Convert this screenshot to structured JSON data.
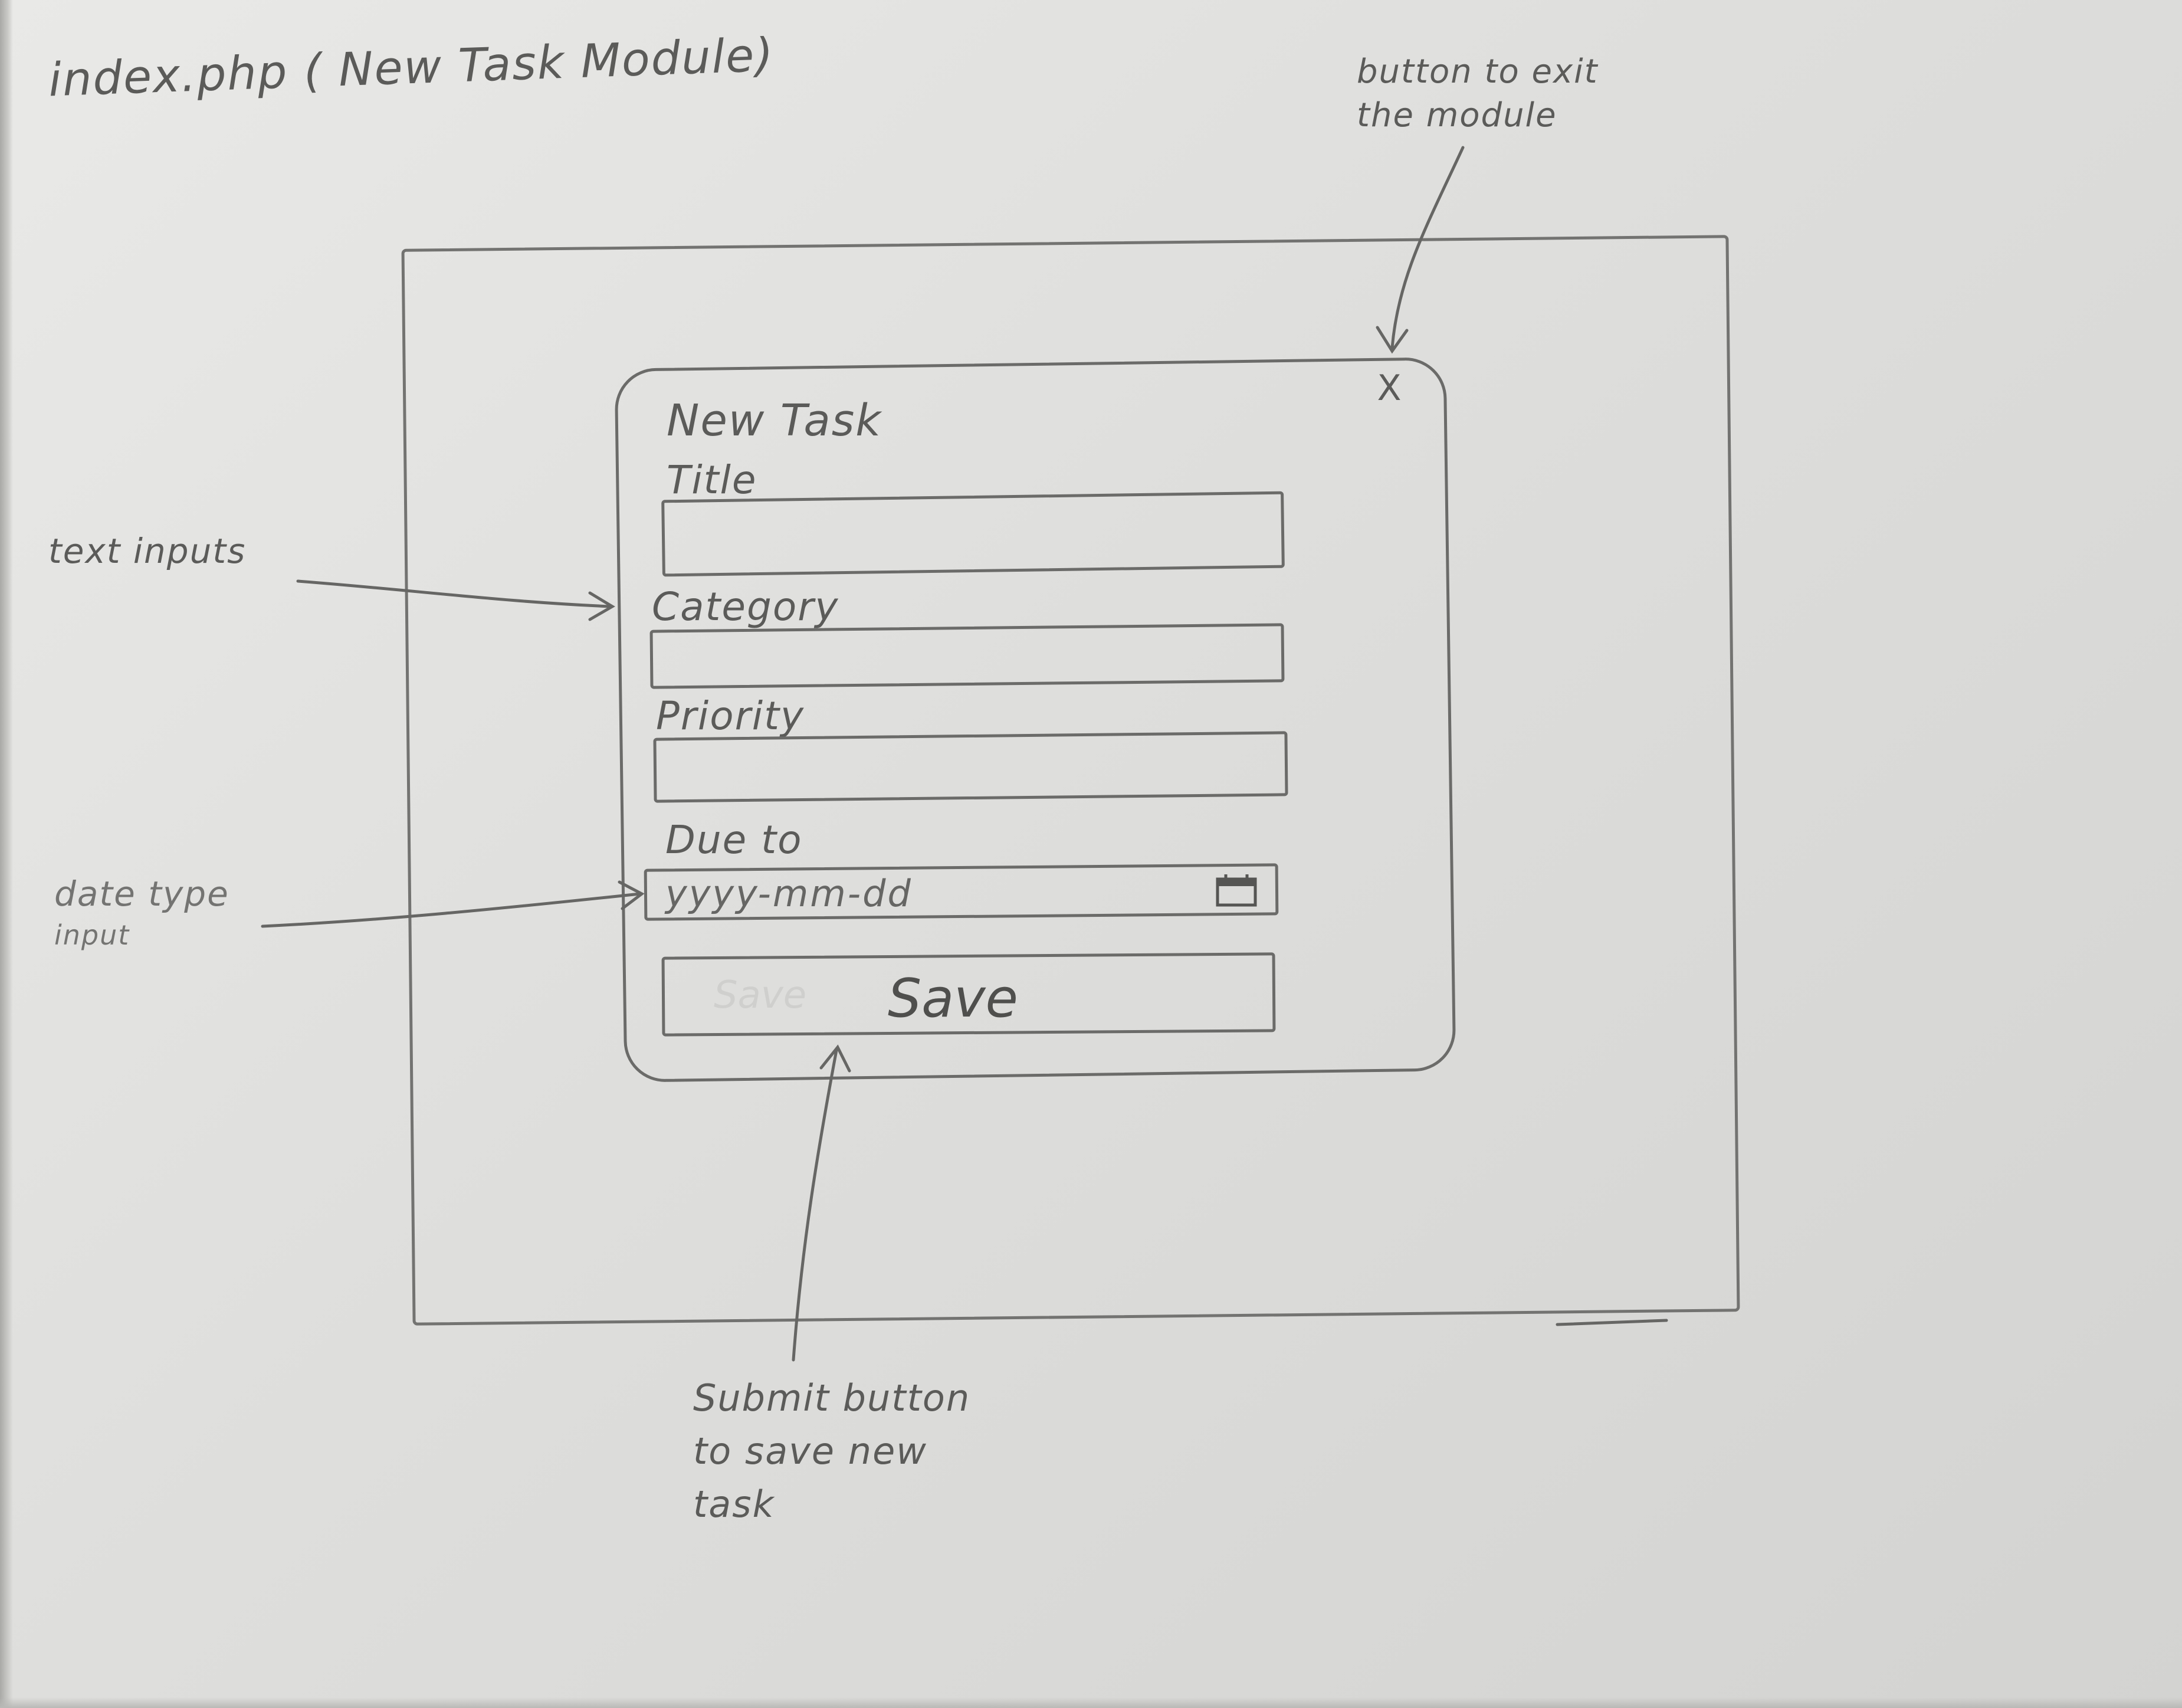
{
  "page": {
    "title": "index.php ( New Task Module)"
  },
  "annotations": {
    "exit_button": [
      "button to exit",
      "the module"
    ],
    "text_inputs": "text inputs",
    "date_input": [
      "date type",
      "input"
    ],
    "submit_button": [
      "Submit button",
      "to save new",
      "task"
    ]
  },
  "modal": {
    "title": "New Task",
    "close_label": "X",
    "fields": {
      "title_label": "Title",
      "category_label": "Category",
      "priority_label": "Priority",
      "due_label": "Due to",
      "due_placeholder": "yyyy-mm-dd"
    },
    "save_ghost": "Save",
    "save_label": "Save"
  },
  "icons": {
    "calendar": "calendar-icon",
    "close": "close-icon"
  },
  "colors": {
    "pencil": "#5b5b59",
    "paper": "#e3e3e1"
  }
}
